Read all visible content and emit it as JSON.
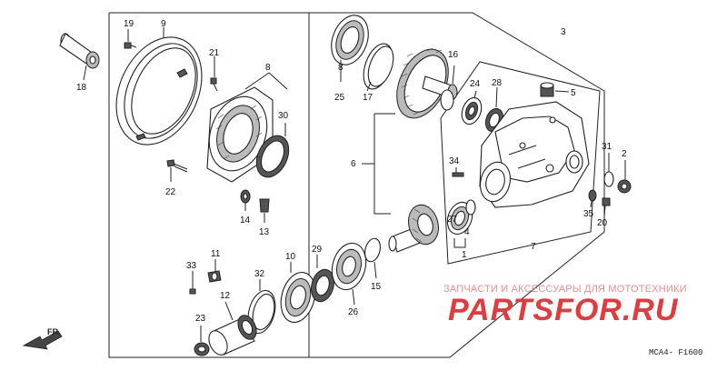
{
  "callouts": {
    "n1": "1",
    "n2": "2",
    "n3": "3",
    "n4": "4",
    "n5": "5",
    "n6": "6",
    "n7": "7",
    "n8a": "8",
    "n8b": "8",
    "n9": "9",
    "n10": "10",
    "n11": "11",
    "n12": "12",
    "n13": "13",
    "n14": "14",
    "n15": "15",
    "n16": "16",
    "n17": "17",
    "n18": "18",
    "n19": "19",
    "n20": "20",
    "n21": "21",
    "n22": "22",
    "n23": "23",
    "n24": "24",
    "n25": "25",
    "n26": "26",
    "n27": "27",
    "n28": "28",
    "n29": "29",
    "n30": "30",
    "n31": "31",
    "n32": "32",
    "n33": "33",
    "n34": "34",
    "n35": "35"
  },
  "direction_label": "FR.",
  "diagram_code": "MCA4- F1600",
  "watermark": {
    "tagline": "ЗАПЧАСТИ И АКСЕССУАРЫ ДЛЯ МОТОТЕХНИКИ",
    "brand": "PARTSFOR.RU",
    "color": "#e23b3b"
  }
}
